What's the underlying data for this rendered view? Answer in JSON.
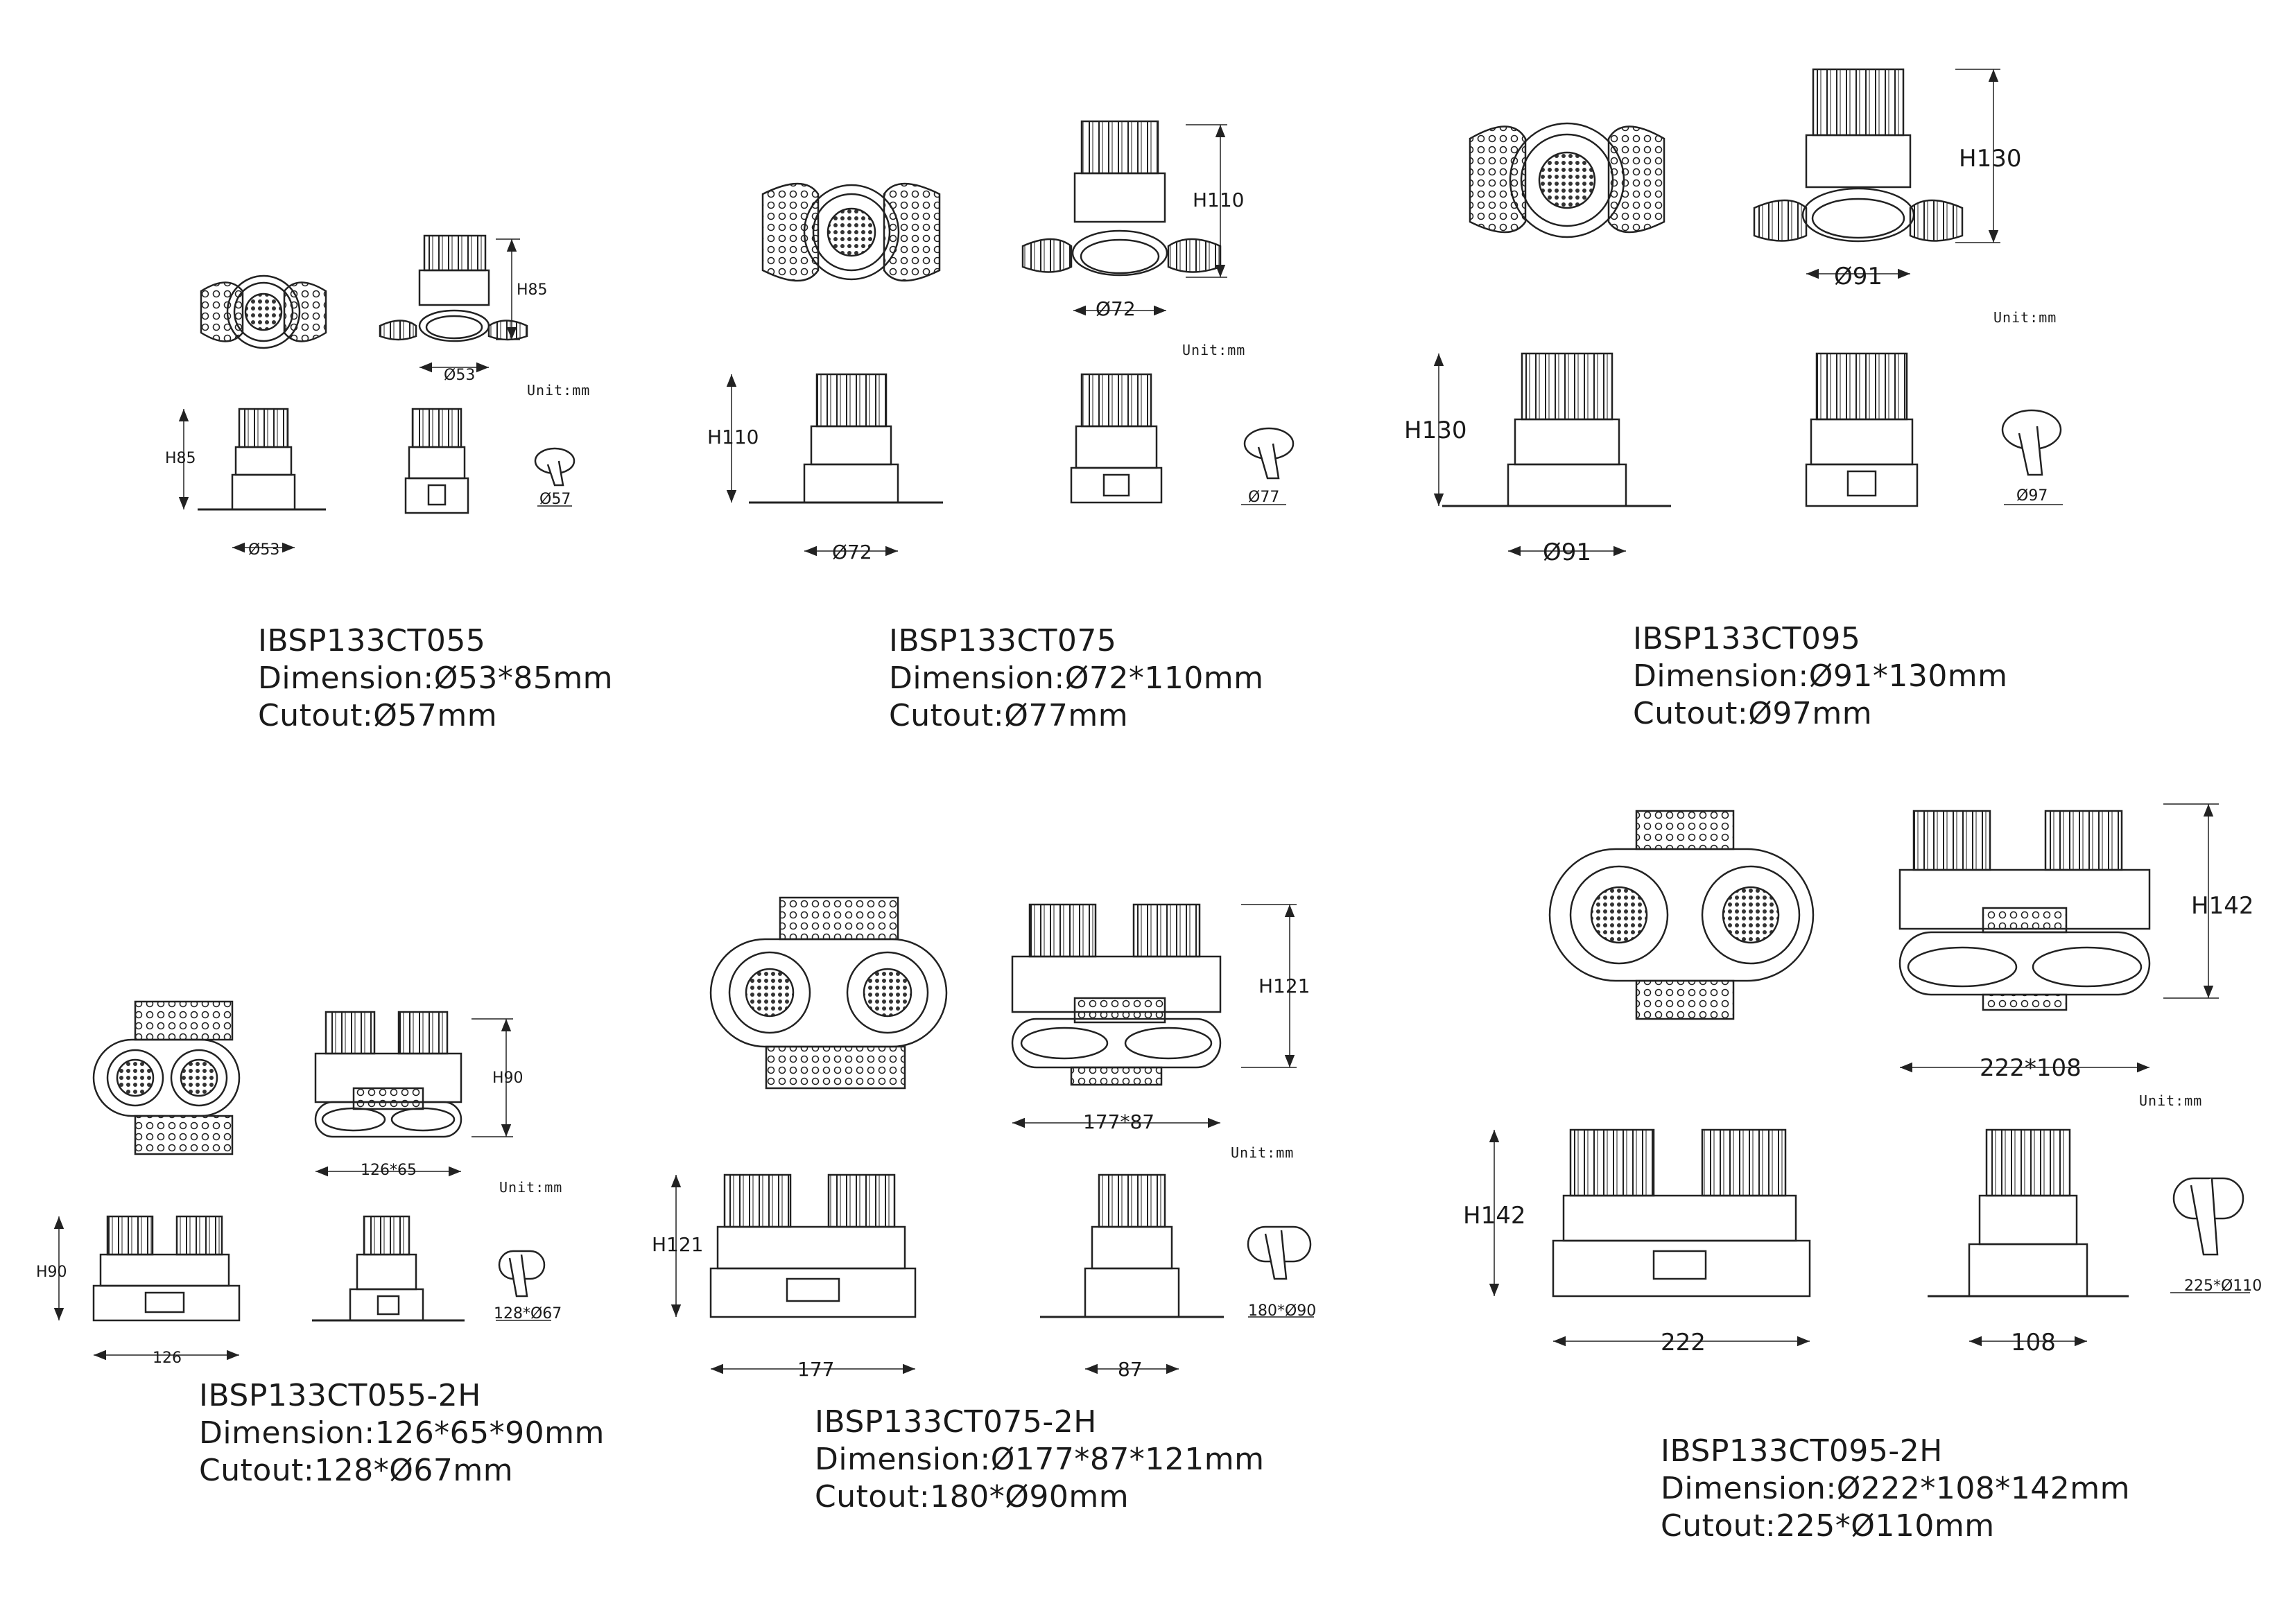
{
  "products": [
    {
      "model": "IBSP133CT055",
      "dimension": "Dimension:Ø53*85mm",
      "cutout": "Cutout:Ø57mm",
      "labels": {
        "top_height": "H85",
        "top_width": "Ø53",
        "side_height": "H85",
        "side_width": "Ø53",
        "cutout_label": "Ø57",
        "unit": "Unit:mm"
      }
    },
    {
      "model": "IBSP133CT075",
      "dimension": "Dimension:Ø72*110mm",
      "cutout": "Cutout:Ø77mm",
      "labels": {
        "top_height": "H110",
        "top_width": "Ø72",
        "side_height": "H110",
        "side_width": "Ø72",
        "cutout_label": "Ø77",
        "unit": "Unit:mm"
      }
    },
    {
      "model": "IBSP133CT095",
      "dimension": "Dimension:Ø91*130mm",
      "cutout": "Cutout:Ø97mm",
      "labels": {
        "top_height": "H130",
        "top_width": "Ø91",
        "side_height": "H130",
        "side_width": "Ø91",
        "cutout_label": "Ø97",
        "unit": "Unit:mm"
      }
    },
    {
      "model": "IBSP133CT055-2H",
      "dimension": "Dimension:126*65*90mm",
      "cutout": "Cutout:128*Ø67mm",
      "labels": {
        "top_height": "H90",
        "top_width": "126*65",
        "side_height": "H90",
        "side_width": "126",
        "cutout_label": "128*Ø67",
        "unit": "Unit:mm"
      }
    },
    {
      "model": "IBSP133CT075-2H",
      "dimension": "Dimension:Ø177*87*121mm",
      "cutout": "Cutout:180*Ø90mm",
      "labels": {
        "top_height": "H121",
        "top_width": "177*87",
        "side_height": "H121",
        "side_width": "177",
        "side_width2": "87",
        "cutout_label": "180*Ø90",
        "unit": "Unit:mm"
      }
    },
    {
      "model": "IBSP133CT095-2H",
      "dimension": "Dimension:Ø222*108*142mm",
      "cutout": "Cutout:225*Ø110mm",
      "labels": {
        "top_height": "H142",
        "top_width": "222*108",
        "side_height": "H142",
        "side_width": "222",
        "side_width2": "108",
        "cutout_label": "225*Ø110",
        "unit": "Unit:mm"
      }
    }
  ]
}
